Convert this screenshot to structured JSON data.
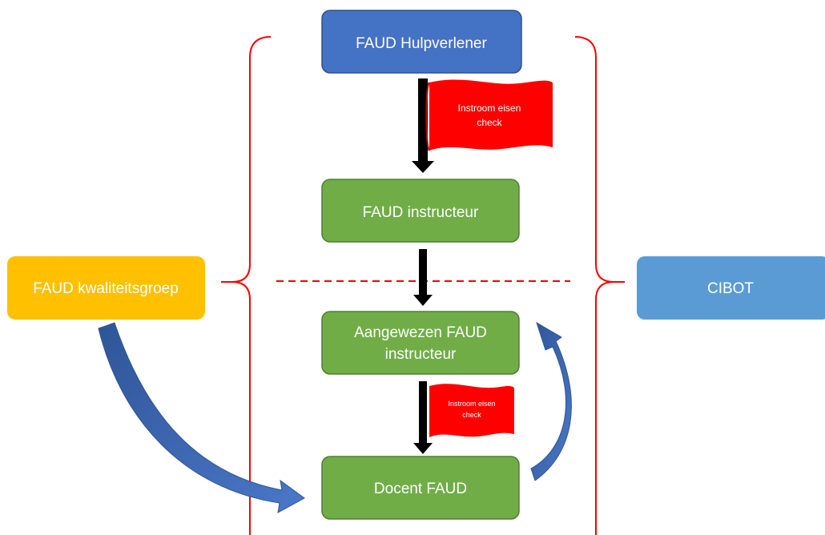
{
  "boxes": {
    "hulpverlener": {
      "label": "FAUD Hulpverlener",
      "color": "#4472C4"
    },
    "instructeur": {
      "label": "FAUD instructeur",
      "color": "#70AD47"
    },
    "aangewezen": {
      "line1": "Aangewezen FAUD",
      "line2": "instructeur",
      "color": "#70AD47"
    },
    "docent": {
      "label": "Docent FAUD",
      "color": "#70AD47"
    },
    "kwaliteitsgroep": {
      "label": "FAUD kwaliteitsgroep",
      "color": "#FFC000"
    },
    "cibot": {
      "label": "CIBOT",
      "color": "#5B9BD5"
    }
  },
  "flags": {
    "top": {
      "line1": "Instroom eisen",
      "line2": "check",
      "color": "#FF0000"
    },
    "bottom": {
      "line1": "Instroom eisen",
      "line2": "check",
      "color": "#FF0000"
    }
  },
  "colors": {
    "bracket": "#FF0000",
    "divider": "#FF0000",
    "arrow": "#000000",
    "curved_arrow": "#3C66B0"
  }
}
